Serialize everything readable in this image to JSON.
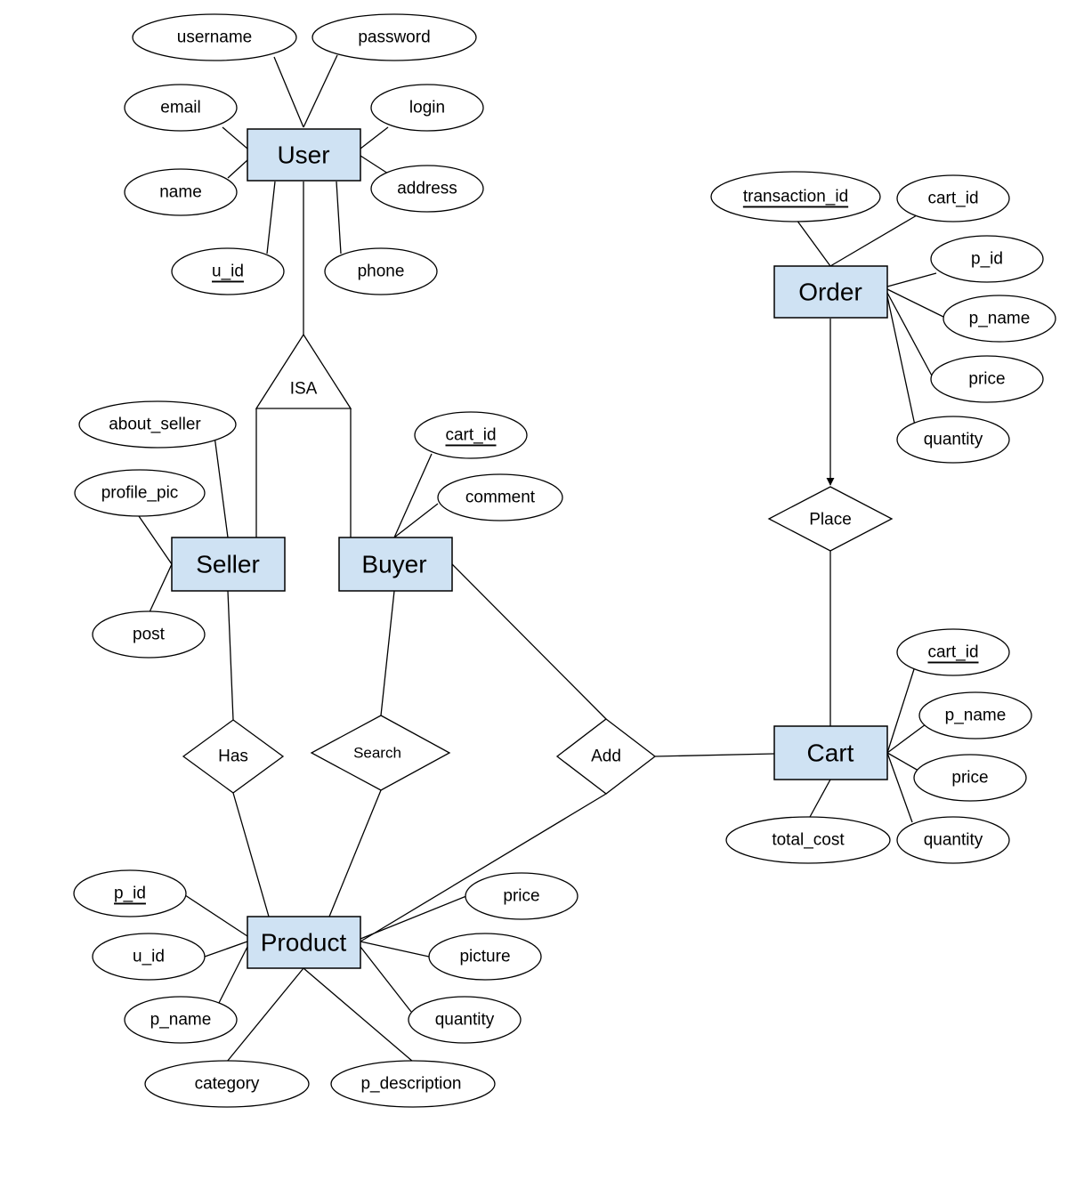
{
  "entities": {
    "user": "User",
    "seller": "Seller",
    "buyer": "Buyer",
    "product": "Product",
    "cart": "Cart",
    "order": "Order"
  },
  "relationships": {
    "isa": "ISA",
    "has": "Has",
    "search": "Search",
    "add": "Add",
    "place": "Place"
  },
  "attributes": {
    "user": {
      "username": "username",
      "password": "password",
      "email": "email",
      "login": "login",
      "name": "name",
      "address": "address",
      "u_id": "u_id",
      "phone": "phone"
    },
    "seller": {
      "about_seller": "about_seller",
      "profile_pic": "profile_pic",
      "post": "post"
    },
    "buyer": {
      "cart_id": "cart_id",
      "comment": "comment"
    },
    "order": {
      "transaction_id": "transaction_id",
      "cart_id": "cart_id",
      "p_id": "p_id",
      "p_name": "p_name",
      "price": "price",
      "quantity": "quantity"
    },
    "cart": {
      "cart_id": "cart_id",
      "p_name": "p_name",
      "price": "price",
      "quantity": "quantity",
      "total_cost": "total_cost"
    },
    "product": {
      "p_id": "p_id",
      "u_id": "u_id",
      "p_name": "p_name",
      "category": "category",
      "p_description": "p_description",
      "price": "price",
      "picture": "picture",
      "quantity": "quantity"
    }
  }
}
